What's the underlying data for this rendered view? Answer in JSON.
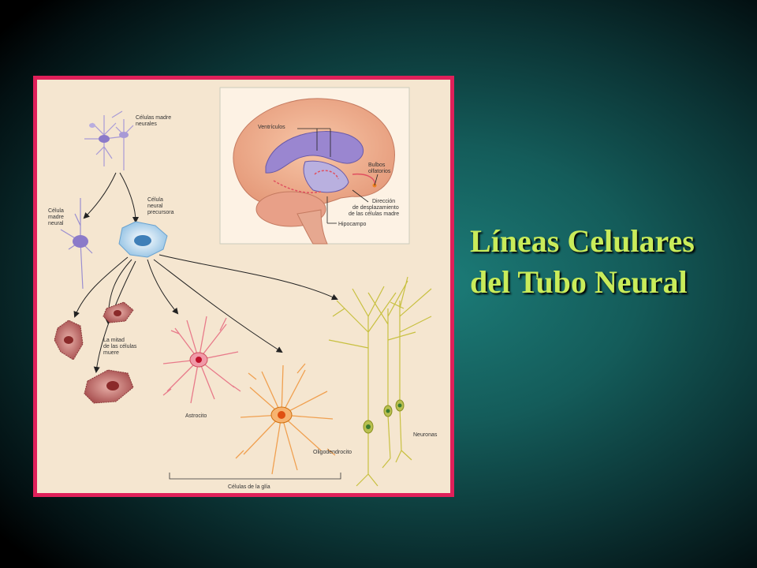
{
  "slide": {
    "title_line1": "Líneas Celulares",
    "title_line2": "del Tubo Neural"
  },
  "figure": {
    "labels": {
      "stem_cells_line1": "Células madre",
      "stem_cells_line2": "neurales",
      "neural_stem_line1": "Célula",
      "neural_stem_line2": "madre",
      "neural_stem_line3": "neural",
      "precursor_line1": "Célula",
      "precursor_line2": "neural",
      "precursor_line3": "precursora",
      "ventricles": "Ventrículos",
      "olfactory_line1": "Bulbos",
      "olfactory_line2": "olfatorios",
      "direction_line1": "Dirección",
      "direction_line2": "de desplazamiento",
      "direction_line3": "de las células madre",
      "hippocampus": "Hipocampo",
      "half_die_line1": "La mitad",
      "half_die_line2": "de las células",
      "half_die_line3": "muere",
      "astrocyte": "Astrocito",
      "oligodendrocyte": "Oligodendrocito",
      "neurons": "Neuronas",
      "glia_cells": "Células de la glía"
    }
  },
  "colors": {
    "background": "#145c5a",
    "title": "#c9ec5a",
    "frame_border": "#e0205a",
    "figure_bg": "#f5e6d0"
  }
}
